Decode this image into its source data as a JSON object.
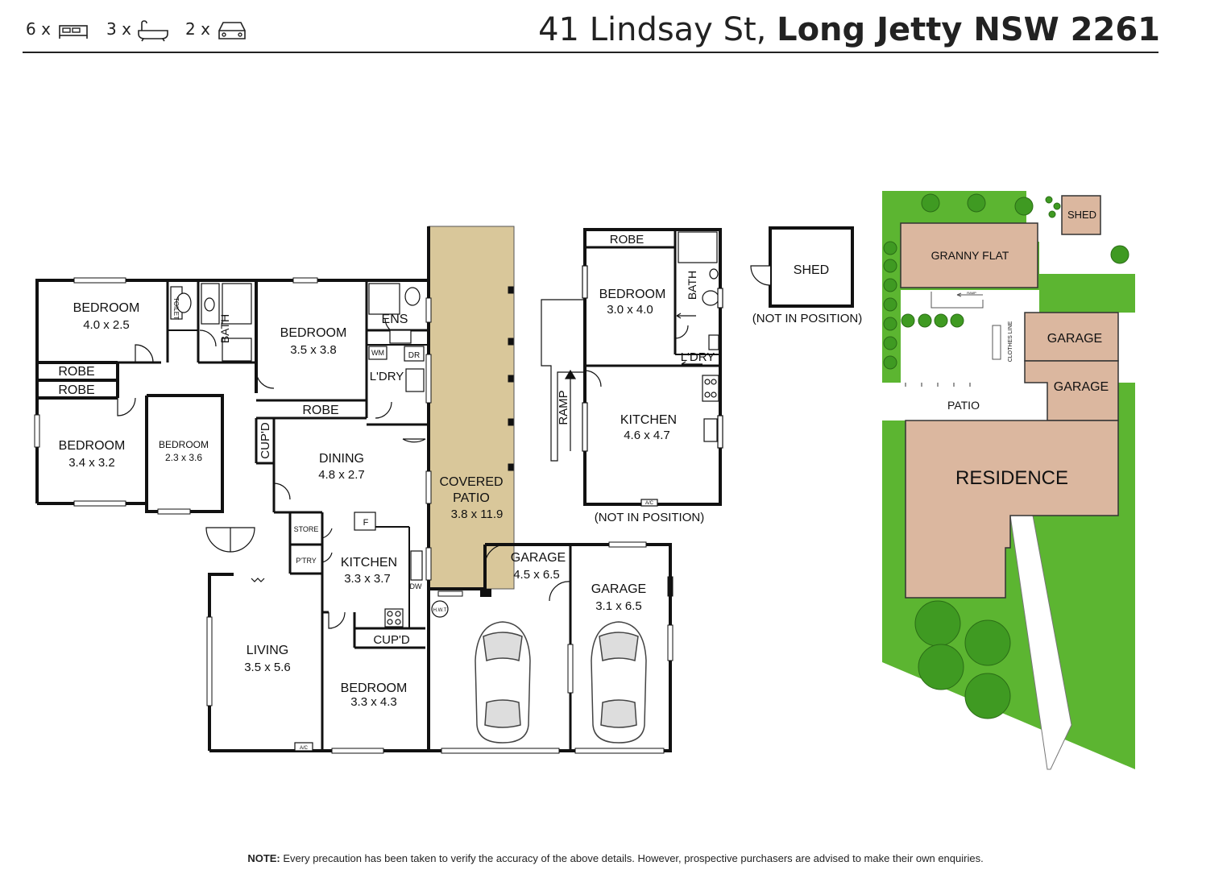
{
  "header": {
    "bedrooms": "6 x",
    "bathrooms": "3 x",
    "cars": "2 x",
    "icons": [
      "bed-icon",
      "bath-icon",
      "car-icon"
    ],
    "address_light": "41 Lindsay St,",
    "address_bold": "Long Jetty NSW 2261"
  },
  "main_house": {
    "bed1_name": "BEDROOM",
    "bed1_size": "4.0 x 2.5",
    "robe1": "ROBE",
    "robe2": "ROBE",
    "bed2_name": "BEDROOM",
    "bed2_size": "3.4 x 3.2",
    "bed3_name": "BEDROOM",
    "bed3_size": "2.3 x 3.6",
    "toilet": "TOILET",
    "bath": "BATH",
    "bed4_name": "BEDROOM",
    "bed4_size": "3.5 x 3.8",
    "ens": "ENS",
    "wm": "WM",
    "dr": "DR",
    "laundry": "L'DRY",
    "robe3": "ROBE",
    "cupd1": "CUP'D",
    "dining_name": "DINING",
    "dining_size": "4.8 x 2.7",
    "store": "STORE",
    "pantry": "P'TRY",
    "fridge": "F",
    "kitchen_name": "KITCHEN",
    "kitchen_size": "3.3 x 3.7",
    "dw": "DW",
    "hwt": "H.W.T",
    "cupd2": "CUP'D",
    "living_name": "LIVING",
    "living_size": "3.5 x 5.6",
    "ac": "A/C",
    "bed5_name": "BEDROOM",
    "bed5_size": "3.3 x 4.3",
    "patio_line1": "COVERED",
    "patio_line2": "PATIO",
    "patio_size": "3.8 x 11.9",
    "garage1_name": "GARAGE",
    "garage1_size": "4.5 x 6.5",
    "garage2_name": "GARAGE",
    "garage2_size": "3.1 x 6.5"
  },
  "granny_flat": {
    "robe": "ROBE",
    "bath": "BATH",
    "bed_name": "BEDROOM",
    "bed_size": "3.0 x 4.0",
    "laundry": "L'DRY",
    "ramp": "RAMP",
    "kitchen_name": "KITCHEN",
    "kitchen_size": "4.6 x 4.7",
    "ac": "A/C",
    "note": "(NOT IN POSITION)"
  },
  "shed": {
    "name": "SHED",
    "note": "(NOT IN POSITION)"
  },
  "site": {
    "shed": "SHED",
    "granny_flat": "GRANNY FLAT",
    "ramp": "RAMP",
    "clothes_line": "CLOTHES LINE",
    "garage1": "GARAGE",
    "garage2": "GARAGE",
    "patio": "PATIO",
    "residence": "RESIDENCE",
    "colors": {
      "lawn": "#5cb531",
      "building": "#dbb79f",
      "paving": "#ffffff",
      "tree": "#3f9a22"
    }
  },
  "colors": {
    "patio": "#d9c79a",
    "wall": "#111111"
  },
  "footer": {
    "note_label": "NOTE:",
    "note_text": " Every precaution has been taken to verify the accuracy of the above details. However, prospective purchasers are advised to make their own enquiries."
  }
}
